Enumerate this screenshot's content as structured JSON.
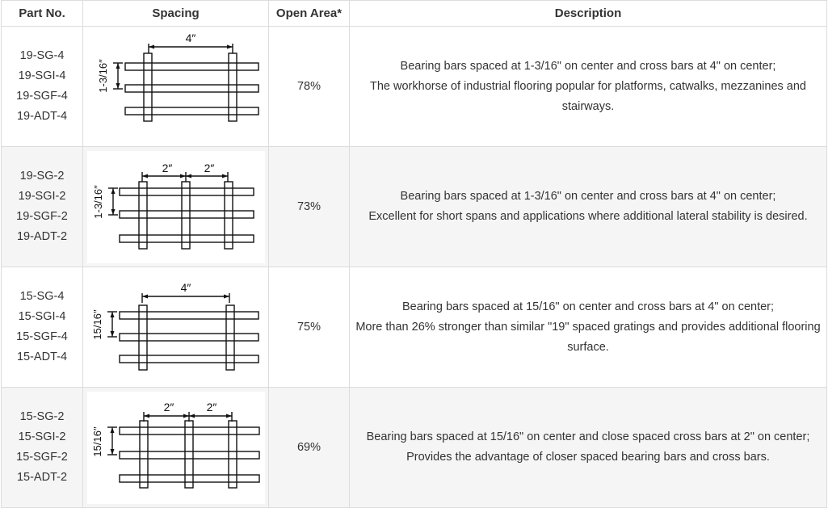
{
  "table": {
    "headers": {
      "part_no": "Part No.",
      "spacing": "Spacing",
      "open_area": "Open Area*",
      "description": "Description"
    },
    "rows": [
      {
        "parts": [
          "19-SG-4",
          "19-SGI-4",
          "19-SGF-4",
          "19-ADT-4"
        ],
        "cross_labels": [
          "4″"
        ],
        "bearing_label": "1-3/16″",
        "open_area": "78%",
        "description": [
          "Bearing bars spaced at 1-3/16\" on center and cross bars at 4\" on center;",
          "The workhorse of industrial flooring popular for platforms, catwalks, mezzanines and stairways."
        ]
      },
      {
        "parts": [
          "19-SG-2",
          "19-SGI-2",
          "19-SGF-2",
          "19-ADT-2"
        ],
        "cross_labels": [
          "2″",
          "2″"
        ],
        "bearing_label": "1-3/16″",
        "open_area": "73%",
        "description": [
          "Bearing bars spaced at 1-3/16\" on center and cross bars at 4\" on center;",
          "Excellent for short spans and applications where additional lateral stability is desired."
        ]
      },
      {
        "parts": [
          "15-SG-4",
          "15-SGI-4",
          "15-SGF-4",
          "15-ADT-4"
        ],
        "cross_labels": [
          "4″"
        ],
        "bearing_label": "15/16″",
        "open_area": "75%",
        "description": [
          "Bearing bars spaced at 15/16\" on center and cross bars at 4\" on center;",
          "More than 26% stronger than similar \"19\" spaced gratings and provides additional flooring surface."
        ]
      },
      {
        "parts": [
          "15-SG-2",
          "15-SGI-2",
          "15-SGF-2",
          "15-ADT-2"
        ],
        "cross_labels": [
          "2″",
          "2″"
        ],
        "bearing_label": "15/16″",
        "open_area": "69%",
        "description": [
          "Bearing bars spaced at 15/16\" on center and close spaced cross bars at 2\" on center;",
          "Provides the advantage of closer spaced bearing bars and cross bars."
        ]
      }
    ]
  }
}
